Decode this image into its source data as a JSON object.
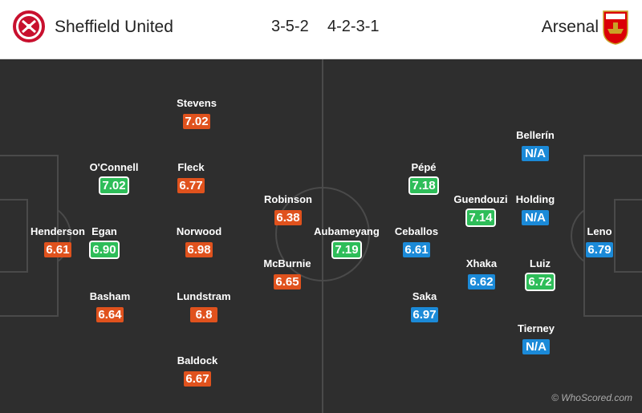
{
  "match": {
    "home_team": "Sheffield United",
    "away_team": "Arsenal",
    "home_formation": "3-5-2",
    "away_formation": "4-2-3-1"
  },
  "colors": {
    "rating_low": "#e0521d",
    "rating_high": "#2ebd59",
    "rating_away": "#1b8ad8",
    "pitch": "#2e2e2e"
  },
  "home_players": [
    {
      "name": "Henderson",
      "rating": "6.61",
      "style": "orange"
    },
    {
      "name": "Egan",
      "rating": "6.90",
      "style": "green"
    },
    {
      "name": "O'Connell",
      "rating": "7.02",
      "style": "green"
    },
    {
      "name": "Basham",
      "rating": "6.64",
      "style": "orange"
    },
    {
      "name": "Stevens",
      "rating": "7.02",
      "style": "orange"
    },
    {
      "name": "Fleck",
      "rating": "6.77",
      "style": "orange"
    },
    {
      "name": "Norwood",
      "rating": "6.98",
      "style": "orange"
    },
    {
      "name": "Lundstram",
      "rating": "6.8",
      "style": "orange"
    },
    {
      "name": "Baldock",
      "rating": "6.67",
      "style": "orange"
    },
    {
      "name": "Robinson",
      "rating": "6.38",
      "style": "orange"
    },
    {
      "name": "McBurnie",
      "rating": "6.65",
      "style": "orange"
    }
  ],
  "away_players": [
    {
      "name": "Aubameyang",
      "rating": "7.19",
      "style": "green"
    },
    {
      "name": "Pépé",
      "rating": "7.18",
      "style": "green"
    },
    {
      "name": "Ceballos",
      "rating": "6.61",
      "style": "blue"
    },
    {
      "name": "Saka",
      "rating": "6.97",
      "style": "blue"
    },
    {
      "name": "Guendouzi",
      "rating": "7.14",
      "style": "green"
    },
    {
      "name": "Xhaka",
      "rating": "6.62",
      "style": "blue"
    },
    {
      "name": "Bellerín",
      "rating": "N/A",
      "style": "blue"
    },
    {
      "name": "Holding",
      "rating": "N/A",
      "style": "blue"
    },
    {
      "name": "Luiz",
      "rating": "6.72",
      "style": "green"
    },
    {
      "name": "Tierney",
      "rating": "N/A",
      "style": "blue"
    },
    {
      "name": "Leno",
      "rating": "6.79",
      "style": "blue"
    }
  ],
  "watermark": "© WhoScored.com"
}
